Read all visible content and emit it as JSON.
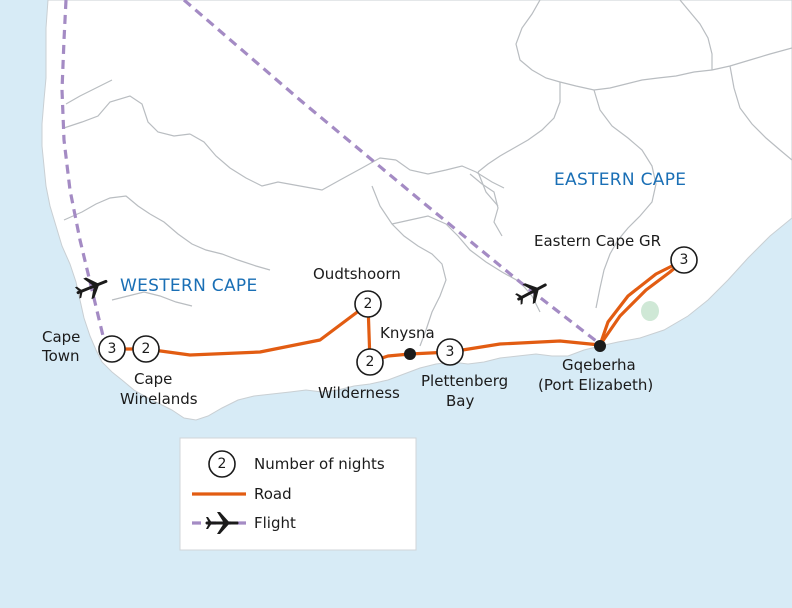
{
  "regions": {
    "eastern": "EASTERN CAPE",
    "western": "WESTERN CAPE"
  },
  "places": {
    "cape_town": [
      "Cape",
      "Town"
    ],
    "cape_winelands": [
      "Cape",
      "Winelands"
    ],
    "oudtshoorn": "Oudtshoorn",
    "wilderness": "Wilderness",
    "knysna": "Knysna",
    "plettenberg_bay": [
      "Plettenberg",
      "Bay"
    ],
    "gqeberha": [
      "Gqeberha",
      "(Port Elizabeth)"
    ],
    "eastern_cape_gr": "Eastern Cape GR"
  },
  "nights": {
    "cape_town": "3",
    "cape_winelands": "2",
    "oudtshoorn": "2",
    "wilderness": "2",
    "plettenberg_bay": "3",
    "eastern_cape_gr": "3"
  },
  "legend": {
    "nights_sample": "2",
    "nights_label": "Number of nights",
    "road_label": "Road",
    "flight_label": "Flight"
  },
  "colors": {
    "sea": "#d7ebf6",
    "land": "#ffffff",
    "border": "#b9bdc1",
    "road": "#e25c12",
    "flight": "#a48bc4",
    "region_label": "#1a6fb5",
    "marker": "#1b1b1b"
  }
}
